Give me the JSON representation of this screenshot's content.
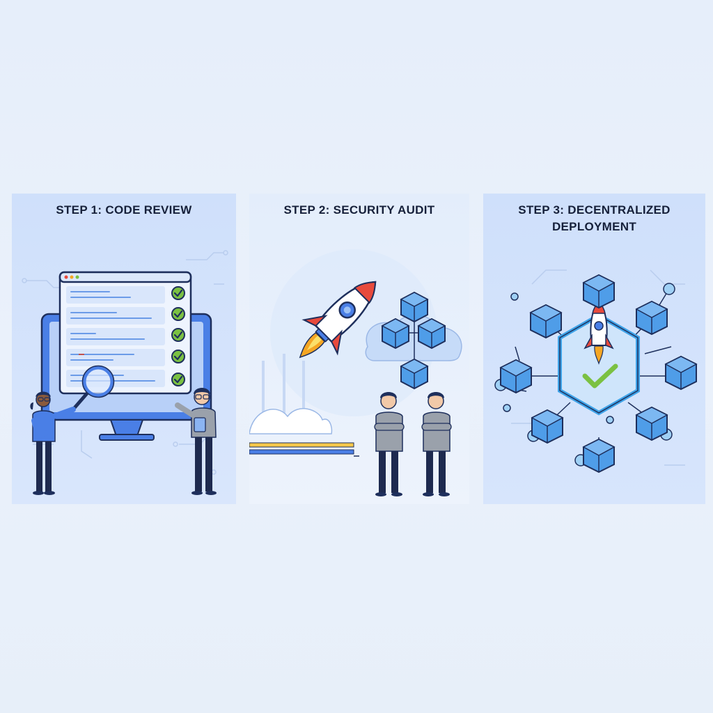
{
  "steps": [
    {
      "title": "STEP 1: CODE REVIEW"
    },
    {
      "title": "STEP 2: SECURITY AUDIT"
    },
    {
      "title": "STEP 3: DECENTRALIZED DEPLOYMENT"
    }
  ],
  "colors": {
    "background": "#e8f0fa",
    "panel_blue": "#d2e2fb",
    "accent_blue": "#4a84e8",
    "cube_blue": "#4f9de8",
    "check_green": "#7bc142",
    "rocket_red": "#e84a3c",
    "flame_orange": "#f5a623",
    "ink": "#16203a"
  },
  "icons": [
    "monitor-icon",
    "magnifier-icon",
    "check-icon",
    "rocket-icon",
    "cloud-icon",
    "cube-icon",
    "hexagon-icon",
    "person-icon"
  ]
}
